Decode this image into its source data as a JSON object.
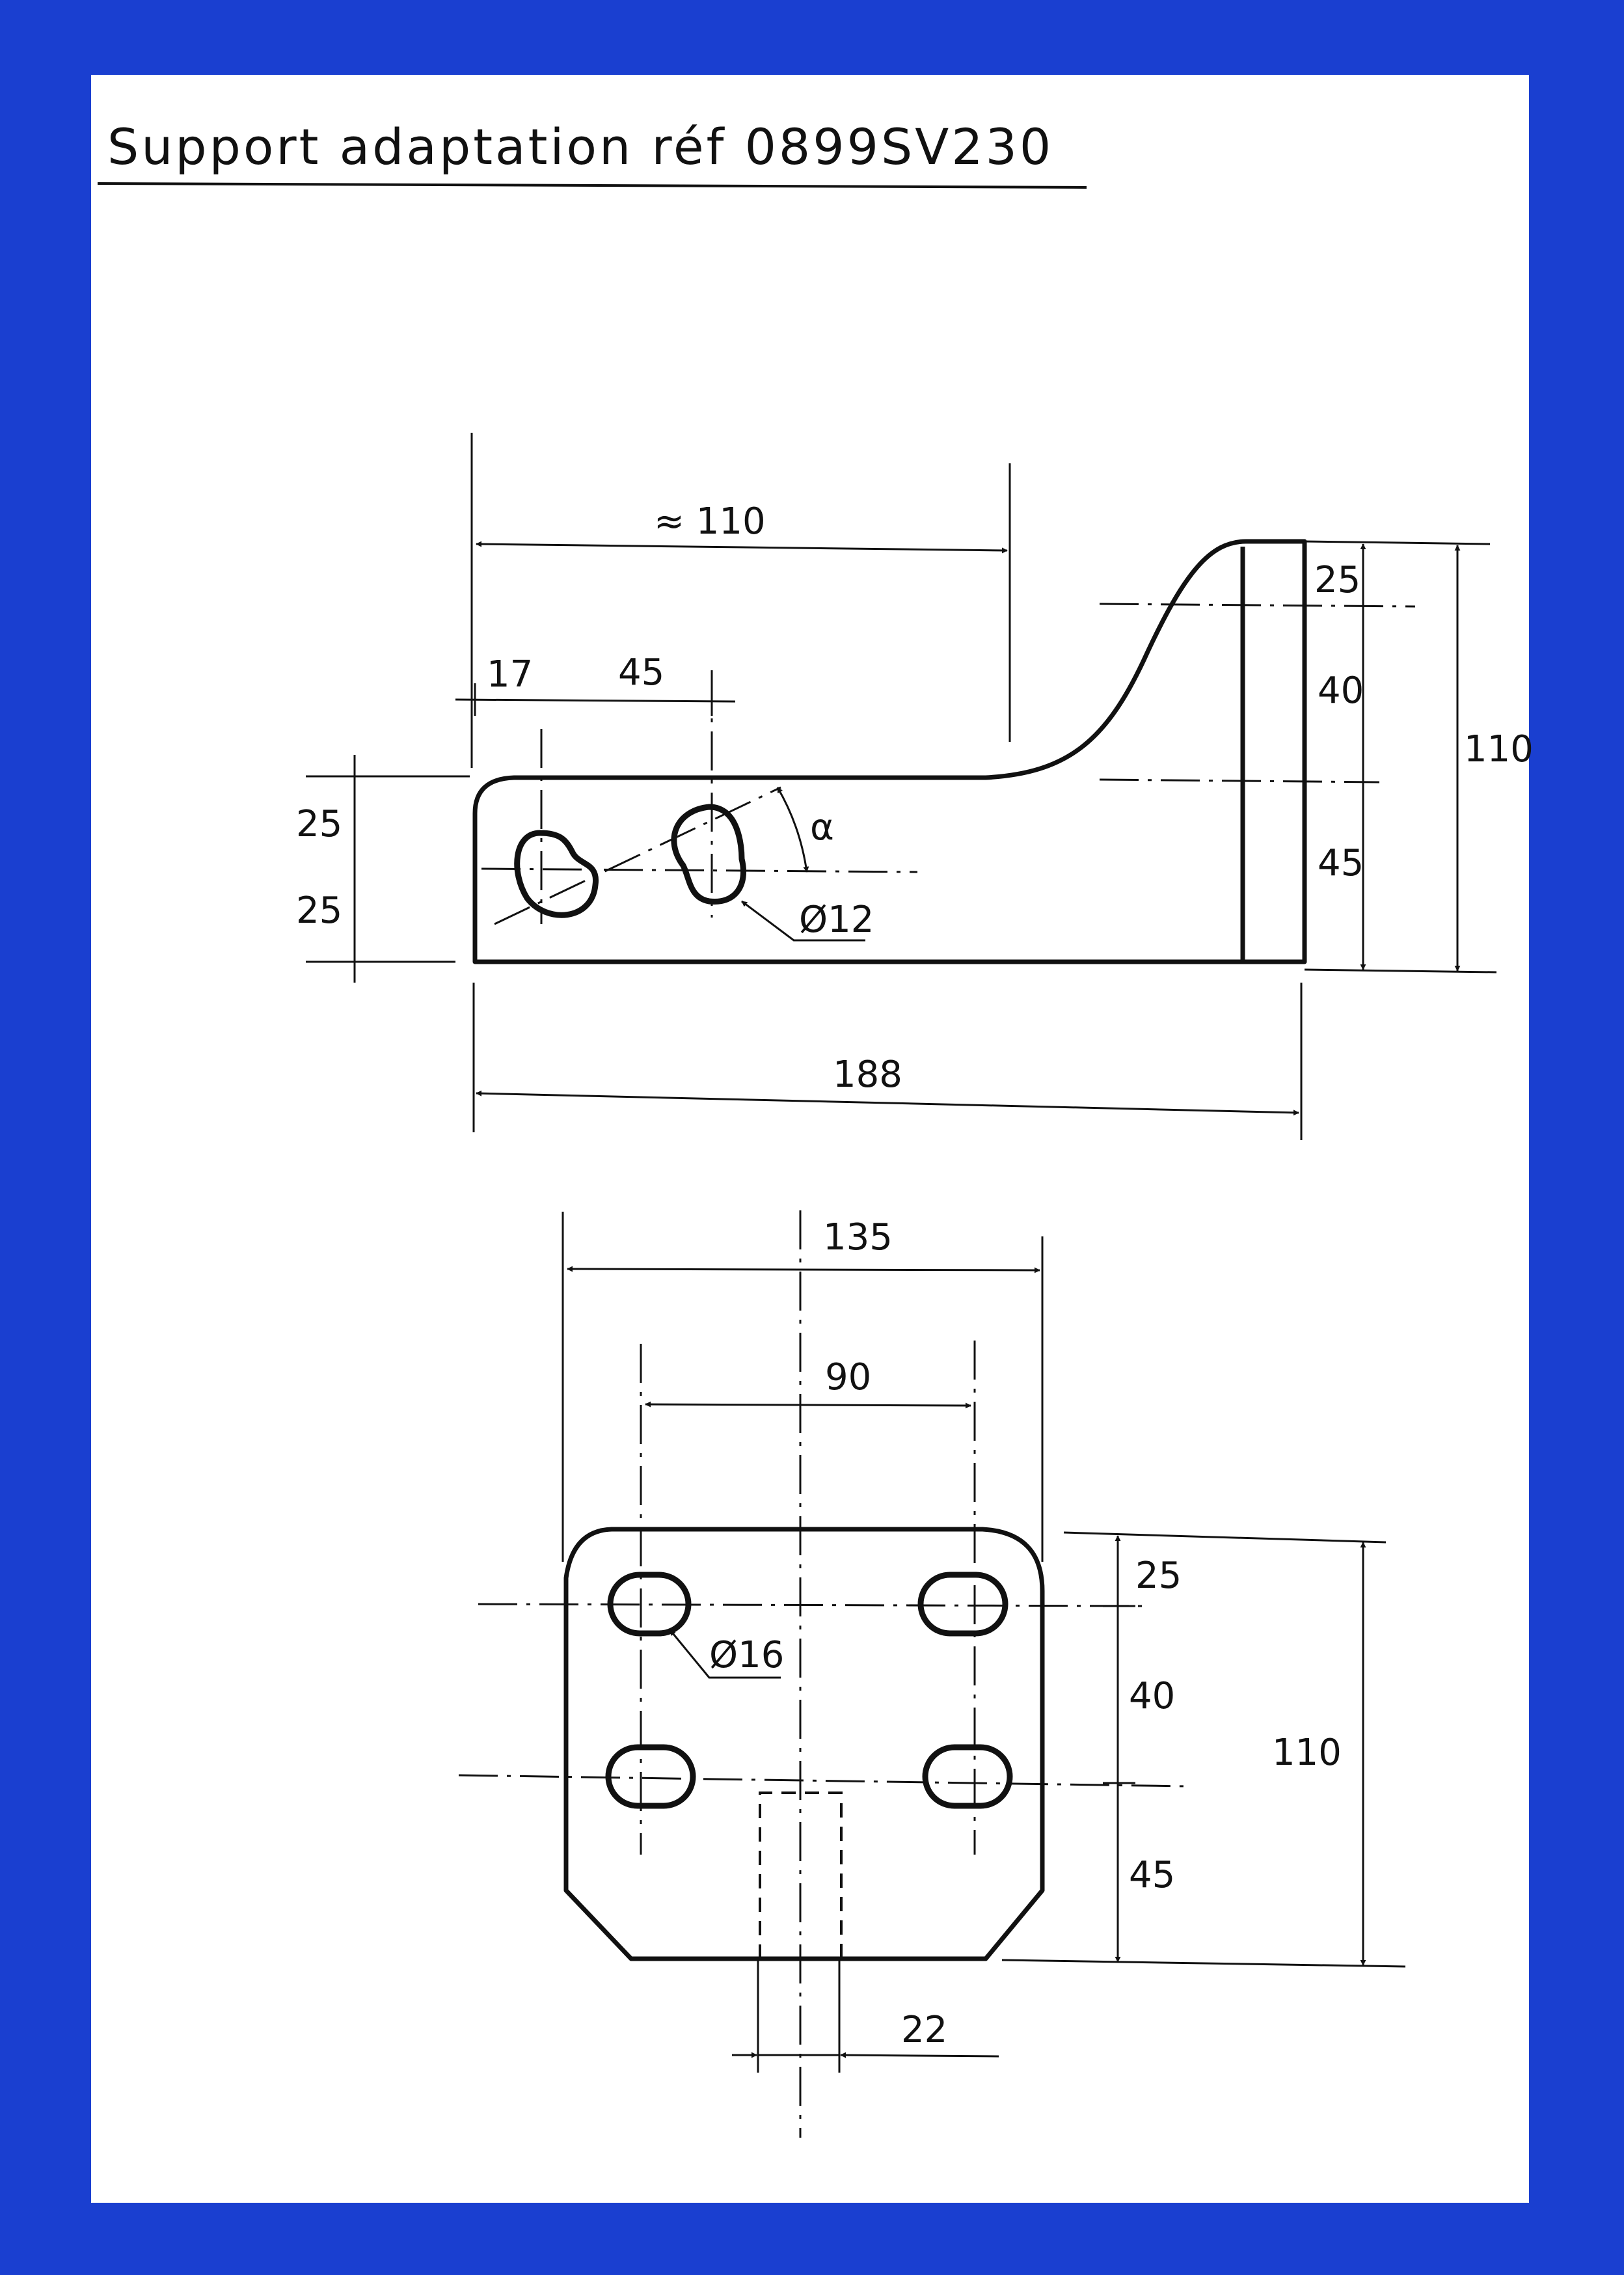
{
  "title": "Support adaptation réf 0899SV230",
  "colors": {
    "frame": "#1a3fd0",
    "paper": "#ffffff",
    "ink": "#111111"
  },
  "side_view": {
    "dim_top_length": "≈ 110",
    "dim_first_hole_offset": "17",
    "dim_hole_spacing": "45",
    "dim_hole_upper": "25",
    "dim_hole_lower": "25",
    "angle_label": "α",
    "hole_diameter": "Ø12",
    "dim_total_length": "188",
    "dim_right_top": "25",
    "dim_right_middle": "40",
    "dim_right_bottom": "45",
    "dim_total_height": "110"
  },
  "front_view": {
    "dim_width": "135",
    "dim_hole_spacing": "90",
    "dim_top": "25",
    "dim_middle": "40",
    "dim_bottom": "45",
    "dim_total_height": "110",
    "hole_diameter": "Ø16",
    "dim_slot_width": "22"
  }
}
